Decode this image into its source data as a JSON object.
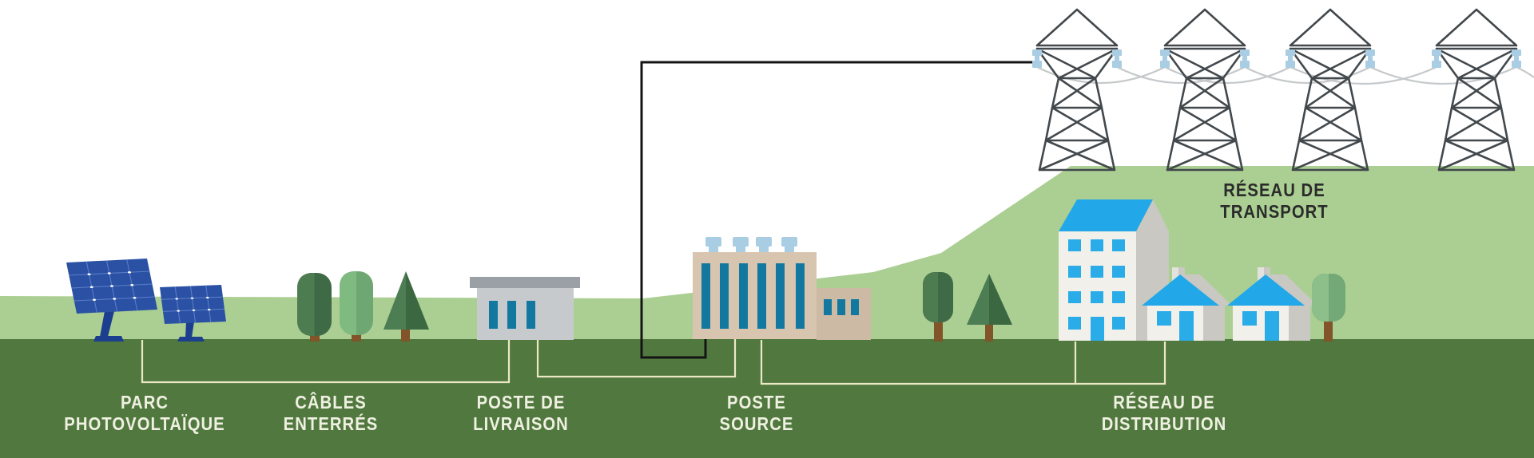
{
  "labels": {
    "parc": {
      "line1": "PARC",
      "line2": "PHOTOVOLTAÏQUE"
    },
    "cables": {
      "line1": "CÂBLES",
      "line2": "ENTERRÉS"
    },
    "livraison": {
      "line1": "POSTE DE",
      "line2": "LIVRAISON"
    },
    "source": {
      "line1": "POSTE",
      "line2": "SOURCE"
    },
    "distribution": {
      "line1": "RÉSEAU DE",
      "line2": "DISTRIBUTION"
    },
    "transport": {
      "line1": "RÉSEAU DE",
      "line2": "TRANSPORT"
    }
  },
  "palette": {
    "sky": "#ffffff",
    "hill_light_green": "#abcf93",
    "ground_dark_green": "#51793f",
    "label_cream": "#eff0e1",
    "label_dark": "#2b2b2b",
    "bracket_line_cream": "#ece8c6",
    "cable_black": "#141414",
    "panel_blue": "#2a51a4",
    "panel_grid_blue": "#5b7cc6",
    "panel_stand_blue": "#1c3e8f",
    "substation_body_gray": "#c6cacd",
    "substation_roof_gray": "#9aa0a5",
    "window_teal": "#12789f",
    "source_beige": "#d8c5b0",
    "annex_beige": "#ccbaa5",
    "insulator_light_blue": "#a9cde2",
    "roof_blue": "#22a7e8",
    "window_blue": "#2aace9",
    "facade_white": "#f2f0ea",
    "side_wall_gray": "#c9c8c3",
    "pylon_gray": "#42484c",
    "wire_gray": "#c6c9cb",
    "trunk_brown": "#82542a",
    "tree_dark_left": "#4d7c51",
    "tree_dark_right": "#3f6a46",
    "tree_light_left": "#7fba81",
    "tree_light_right": "#6fa773",
    "tree_pale_left": "#8cbf8a",
    "tree_pale_right": "#73a877"
  }
}
